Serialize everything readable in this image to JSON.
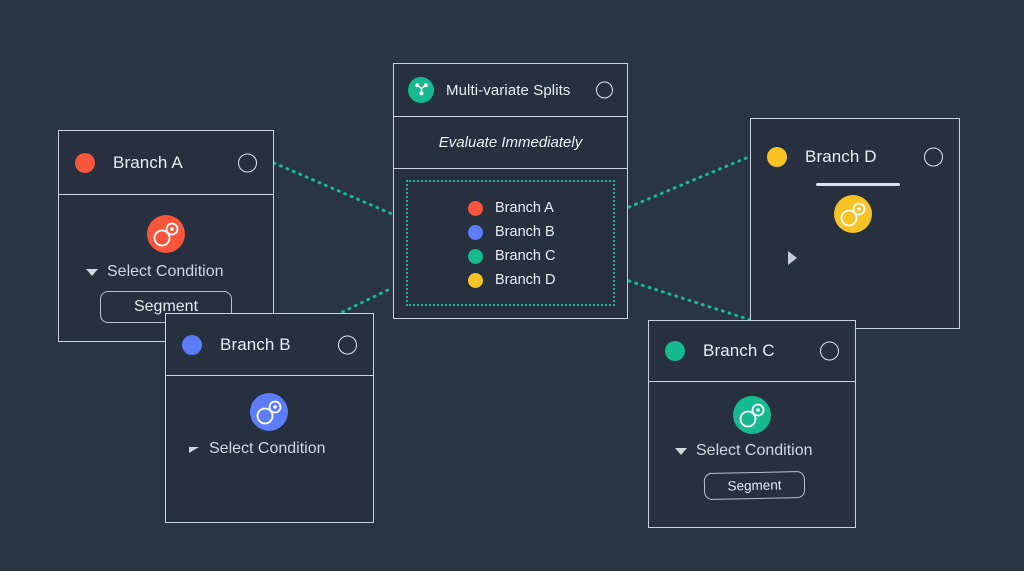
{
  "canvas": {
    "background_color": "#2a3544",
    "connector_color": "#18b894"
  },
  "palette": {
    "branch_a": "#f9563c",
    "branch_b": "#5c7cfa",
    "branch_c": "#17ba90",
    "branch_d": "#f7c325",
    "card_bg": "#26303f",
    "border": "#c9d2dd",
    "text": "#e8edf3"
  },
  "split_panel": {
    "icon_name": "multivariate-split-icon",
    "title": "Multi-variate Splits",
    "status_ring_name": "status-ring",
    "evaluate_label": "Evaluate Immediately",
    "branches": [
      {
        "label": "Branch A",
        "color": "#f9563c"
      },
      {
        "label": "Branch B",
        "color": "#5c7cfa"
      },
      {
        "label": "Branch C",
        "color": "#17ba90"
      },
      {
        "label": "Branch D",
        "color": "#f7c325"
      }
    ]
  },
  "cards": {
    "branch_a": {
      "title": "Branch A",
      "color": "#f9563c",
      "condition_label": "Select Condition",
      "segment_label": "Segment",
      "caret": "down"
    },
    "branch_b": {
      "title": "Branch B",
      "color": "#5c7cfa",
      "condition_label": "Select Condition",
      "segment_label": "",
      "caret": "left"
    },
    "branch_c": {
      "title": "Branch C",
      "color": "#17ba90",
      "condition_label": "Select Condition",
      "segment_label": "Segment",
      "caret": "down"
    },
    "branch_d": {
      "title": "Branch D",
      "color": "#f7c325",
      "condition_label": "",
      "segment_label": "",
      "caret": "play"
    }
  }
}
